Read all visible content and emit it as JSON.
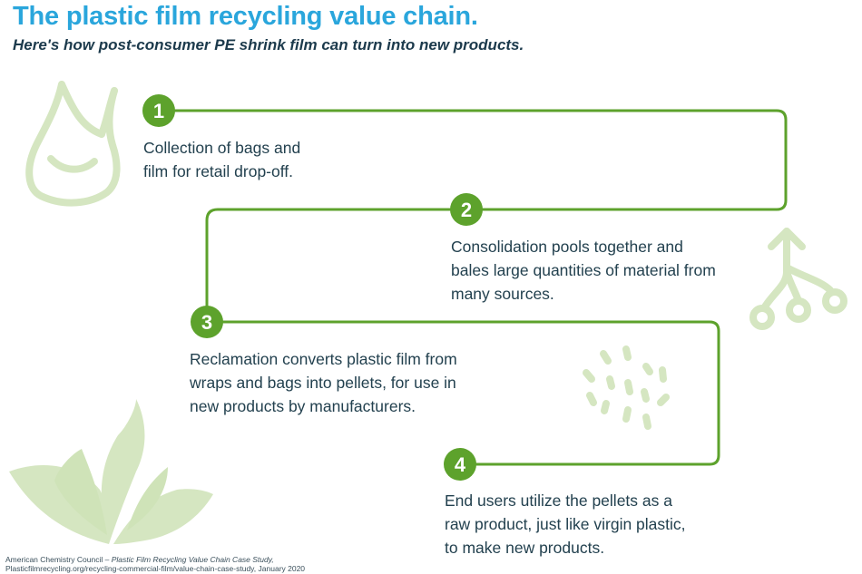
{
  "header": {
    "title": "The plastic film recycling value chain.",
    "subtitle": "Here's how post-consumer PE shrink film can turn into new products."
  },
  "steps": [
    {
      "number": "1",
      "lines": [
        "Collection of bags and",
        "film for retail drop-off."
      ]
    },
    {
      "number": "2",
      "lines": [
        "Consolidation pools together and",
        "bales large quantities of material from",
        "many sources."
      ]
    },
    {
      "number": "3",
      "lines": [
        "Reclamation converts plastic film from",
        "wraps and bags into pellets, for use in",
        "new products by manufacturers."
      ]
    },
    {
      "number": "4",
      "lines": [
        "End users utilize the pellets as a",
        "raw product, just like virgin plastic,",
        "to make new products."
      ]
    }
  ],
  "colors": {
    "path": "#5da22c",
    "badge": "#5da22c",
    "icon": "#d5e6c1",
    "title": "#2aa6dc"
  },
  "icons": [
    "plastic-bag-icon",
    "branch-icon",
    "pellets-icon",
    "leaves-icon"
  ],
  "footer": {
    "source_org": "American Chemistry Council – ",
    "source_title": "Plastic Film Recycling Value Chain Case Study,",
    "url_line": "Plasticfilmrecycling.org/recycling-commercial-film/value-chain-case-study, January 2020"
  }
}
